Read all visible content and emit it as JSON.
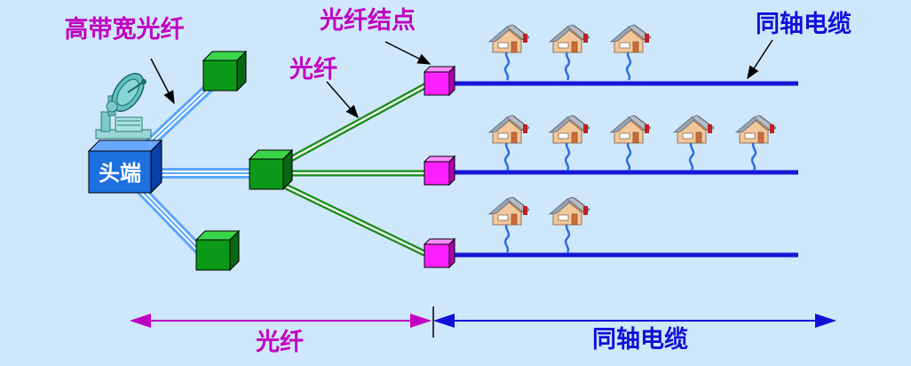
{
  "labels": {
    "broadband_fiber": "高带宽光纤",
    "fiber_node": "光纤结点",
    "fiber": "光纤",
    "coax": "同轴电缆",
    "headend": "头端",
    "bottom_fiber": "光纤",
    "bottom_coax": "同轴电缆"
  },
  "colors": {
    "background": "#cfe7fb",
    "magenta_text": "#c000c0",
    "blue_text": "#1010d8",
    "headend_box": "#1e6fe0",
    "hub_green": "#0a9a18",
    "node_magenta": "#ff20ff",
    "coax_blue": "#1515d6",
    "fiber_green": "#1a8a1a",
    "trunk_lightblue": "#5aa6ff"
  },
  "icons": [
    "satellite-dish-icon",
    "house-icon"
  ]
}
